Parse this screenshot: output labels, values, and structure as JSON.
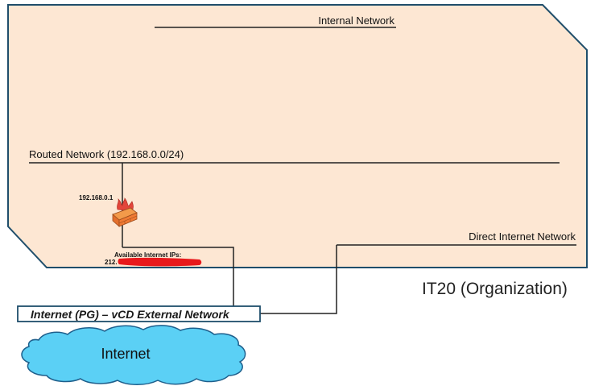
{
  "organization": {
    "label": "IT20 (Organization)",
    "fill_color": "#fde7d3",
    "border_color": "#1f4e6b"
  },
  "networks": {
    "internal": {
      "label": "Internal Network"
    },
    "routed": {
      "label": "Routed Network (192.168.0.0/24)"
    },
    "direct": {
      "label": "Direct Internet Network"
    }
  },
  "edge_gateway": {
    "icon": "firewall-icon",
    "ip_label": "192.168.0.1",
    "available_ips_label": "Available Internet IPs:",
    "available_ips_value": "212.",
    "redaction_color": "#e8191c"
  },
  "external_network": {
    "label": "Internet (PG) – vCD External Network",
    "border_color": "#1f4e6b"
  },
  "internet_cloud": {
    "label": "Internet",
    "fill_color": "#5bd0f5",
    "border_color": "#1e5f8c"
  }
}
